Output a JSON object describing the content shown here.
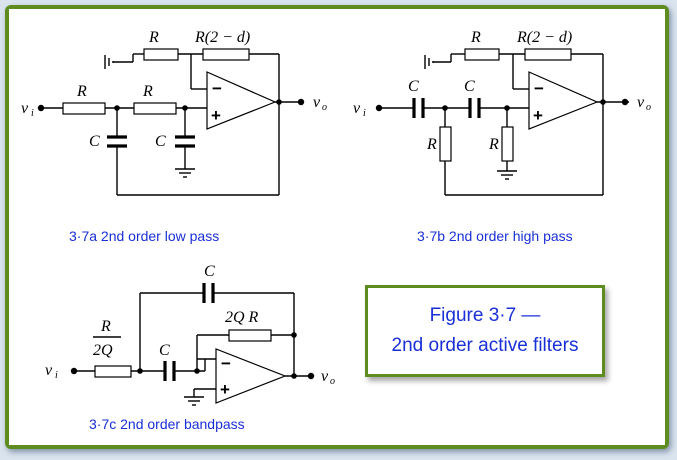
{
  "figure": {
    "title": "Figure 3·7 —",
    "subtitle": "2nd order active filters"
  },
  "colors": {
    "frame_green": "#5e8c1f",
    "caption_blue": "#1a2fd6",
    "background": "#d9e4ee"
  },
  "captions": {
    "a": "3·7a  2nd order low pass",
    "b": "3·7b  2nd order high pass",
    "c": "3·7c  2nd order bandpass"
  },
  "labels": {
    "R": "R",
    "C": "C",
    "feedback": "R(2 − d)",
    "v": "v",
    "in_sub": "i",
    "out_sub": "o",
    "band_in_num": "R",
    "band_in_den": "2Q",
    "band_feedback": "2Q R",
    "minus": "−",
    "plus": "+"
  }
}
